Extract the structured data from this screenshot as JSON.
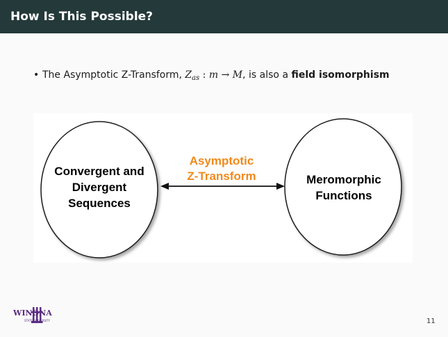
{
  "slide": {
    "title": "How Is This Possible?",
    "page_number": "11"
  },
  "bullet": {
    "lead": "The Asymptotic Z-Transform,",
    "math_z": "Z",
    "math_sub": "as",
    "math_colon": " : ",
    "math_m": "m",
    "math_arrow": " → ",
    "math_M": "M",
    "middle": ", is also a",
    "bold_tail": "field isomorphism"
  },
  "diagram": {
    "left_node": [
      "Convergent and",
      "Divergent",
      "Sequences"
    ],
    "right_node": [
      "Meromorphic",
      "Functions"
    ],
    "edge_label": [
      "Asymptotic",
      "Z-Transform"
    ],
    "edge_direction": "bidirectional"
  },
  "logo": {
    "name": "WINONA",
    "subtitle": "STATE UNIVERSITY",
    "icon": "winona-state-logo-icon"
  },
  "colors": {
    "title_bar_bg": "#24393a",
    "title_text": "#ffffff",
    "accent_orange": "#f08a1c",
    "logo_purple": "#5a2d82",
    "node_stroke": "#1a1a1a",
    "arrow_color": "#111111"
  }
}
